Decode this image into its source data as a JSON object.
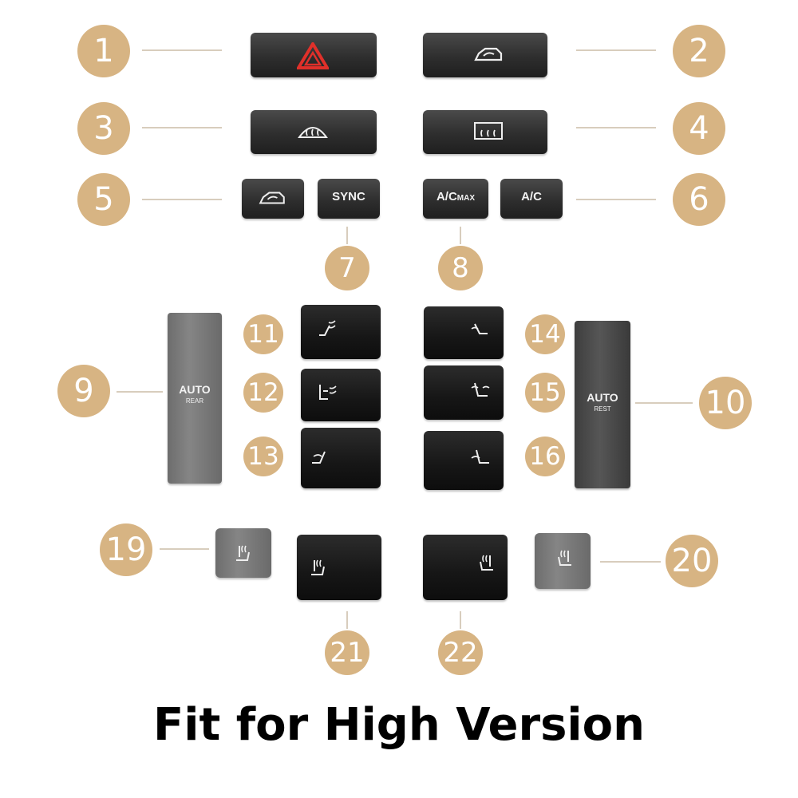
{
  "badges": {
    "b1": "1",
    "b2": "2",
    "b3": "3",
    "b4": "4",
    "b5": "5",
    "b6": "6",
    "b7": "7",
    "b8": "8",
    "b9": "9",
    "b10": "10",
    "b11": "11",
    "b12": "12",
    "b13": "13",
    "b14": "14",
    "b15": "15",
    "b16": "16",
    "b19": "19",
    "b20": "20",
    "b21": "21",
    "b22": "22"
  },
  "buttons": {
    "sync": "SYNC",
    "ac_max_main": "A/C",
    "ac_max_sub": "MAX",
    "ac": "A/C",
    "auto_left_main": "AUTO",
    "auto_left_sub": "REAR",
    "auto_right_main": "AUTO",
    "auto_right_sub": "REST"
  },
  "icons": {
    "hazard": "hazard-triangle-icon",
    "car_recirculation": "car-recirculation-icon",
    "front_defrost": "front-defrost-icon",
    "rear_defrost": "rear-defrost-icon",
    "seat_airflow": "seat-airflow-icon",
    "seat_heat": "seat-heat-icon"
  },
  "colors": {
    "badge": "#d7b483",
    "hazard": "#e0302a"
  },
  "caption": "Fit for High Version"
}
